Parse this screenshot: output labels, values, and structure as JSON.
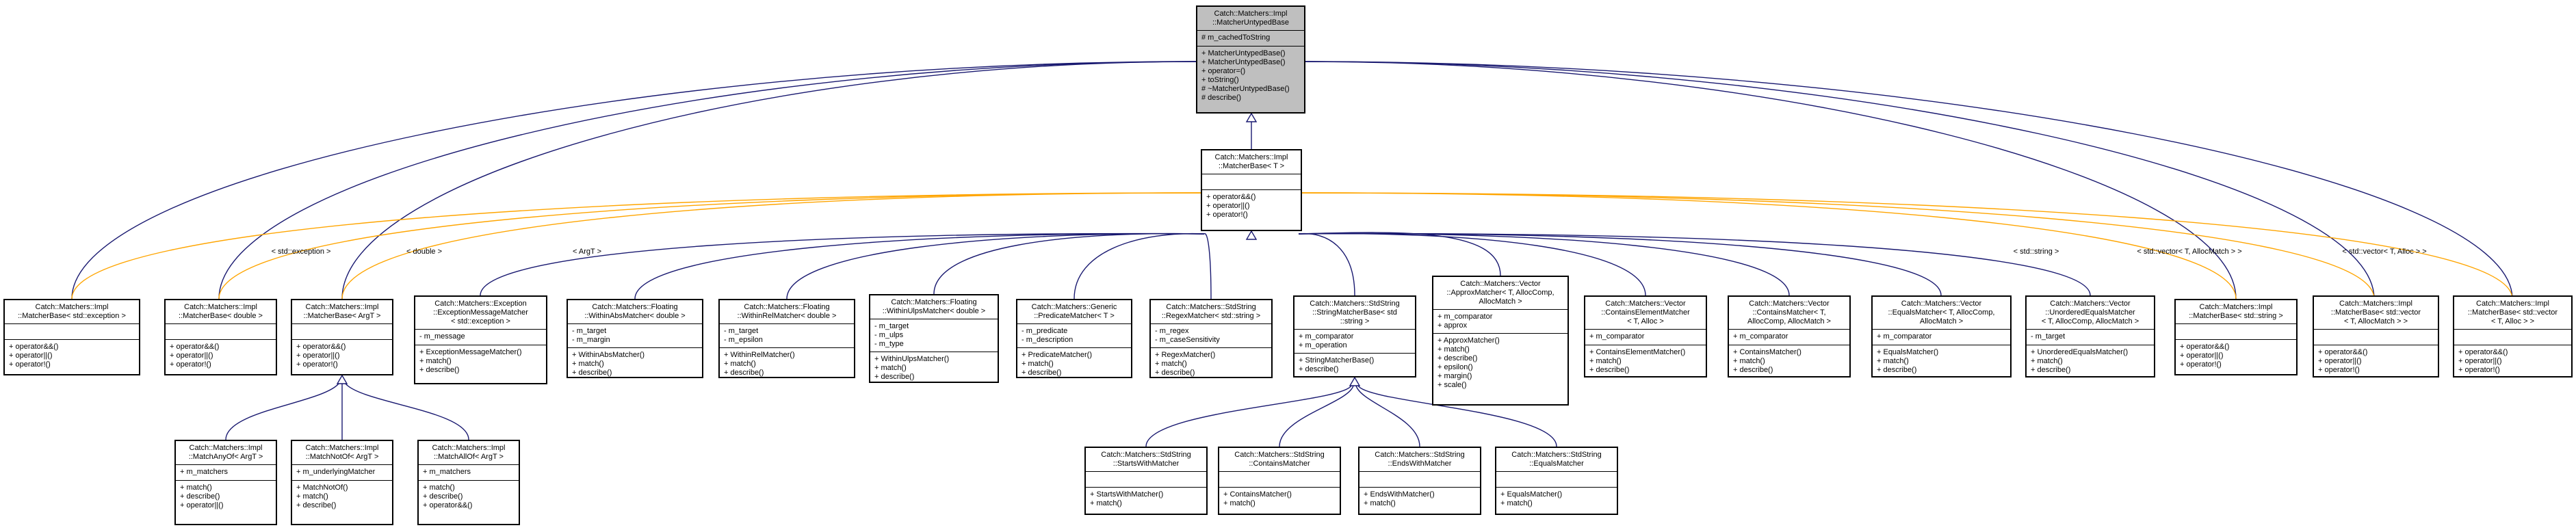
{
  "nodes": {
    "untyped": {
      "title": "Catch::Matchers::Impl\n::MatcherUntypedBase",
      "attributes": [
        "# m_cachedToString"
      ],
      "methods": [
        "+ MatcherUntypedBase()",
        "+ MatcherUntypedBase()",
        "+ operator=()",
        "+ toString()",
        "# ~MatcherUntypedBase()",
        "# describe()"
      ]
    },
    "base": {
      "title": "Catch::Matchers::Impl\n::MatcherBase< T >",
      "attributes": [],
      "methods": [
        "+ operator&&()",
        "+ operator||()",
        "+ operator!()"
      ]
    },
    "mb_exception": {
      "title": "Catch::Matchers::Impl\n::MatcherBase< std::exception >",
      "attributes": [],
      "methods": [
        "+ operator&&()",
        "+ operator||()",
        "+ operator!()"
      ]
    },
    "mb_double": {
      "title": "Catch::Matchers::Impl\n::MatcherBase< double >",
      "attributes": [],
      "methods": [
        "+ operator&&()",
        "+ operator||()",
        "+ operator!()"
      ]
    },
    "mb_argt": {
      "title": "Catch::Matchers::Impl\n::MatcherBase< ArgT >",
      "attributes": [],
      "methods": [
        "+ operator&&()",
        "+ operator||()",
        "+ operator!()"
      ]
    },
    "exception": {
      "title": "Catch::Matchers::Exception\n::ExceptionMessageMatcher\n< std::exception >",
      "attributes": [
        "- m_message"
      ],
      "methods": [
        "+ ExceptionMessageMatcher()",
        "+ match()",
        "+ describe()"
      ]
    },
    "withinabs": {
      "title": "Catch::Matchers::Floating\n::WithinAbsMatcher< double >",
      "attributes": [
        "- m_target",
        "- m_margin"
      ],
      "methods": [
        "+ WithinAbsMatcher()",
        "+ match()",
        "+ describe()"
      ]
    },
    "withinrel": {
      "title": "Catch::Matchers::Floating\n::WithinRelMatcher< double >",
      "attributes": [
        "- m_target",
        "- m_epsilon"
      ],
      "methods": [
        "+ WithinRelMatcher()",
        "+ match()",
        "+ describe()"
      ]
    },
    "withinulps": {
      "title": "Catch::Matchers::Floating\n::WithinUlpsMatcher< double >",
      "attributes": [
        "- m_target",
        "- m_ulps",
        "- m_type"
      ],
      "methods": [
        "+ WithinUlpsMatcher()",
        "+ match()",
        "+ describe()"
      ]
    },
    "predicate": {
      "title": "Catch::Matchers::Generic\n::PredicateMatcher< T >",
      "attributes": [
        "- m_predicate",
        "- m_description"
      ],
      "methods": [
        "+ PredicateMatcher()",
        "+ match()",
        "+ describe()"
      ]
    },
    "regex": {
      "title": "Catch::Matchers::StdString\n::RegexMatcher< std::string >",
      "attributes": [
        "- m_regex",
        "- m_caseSensitivity"
      ],
      "methods": [
        "+ RegexMatcher()",
        "+ match()",
        "+ describe()"
      ]
    },
    "stringmatcherbase": {
      "title": "Catch::Matchers::StdString\n::StringMatcherBase< std\n::string >",
      "attributes": [
        "+ m_comparator",
        "+ m_operation"
      ],
      "methods": [
        "+ StringMatcherBase()",
        "+ describe()"
      ]
    },
    "approx": {
      "title": "Catch::Matchers::Vector\n::ApproxMatcher< T, AllocComp,\nAllocMatch >",
      "attributes": [
        "+ m_comparator",
        "+ approx"
      ],
      "methods": [
        "+ ApproxMatcher()",
        "+ match()",
        "+ describe()",
        "+ epsilon()",
        "+ margin()",
        "+ scale()"
      ]
    },
    "containselement": {
      "title": "Catch::Matchers::Vector\n::ContainsElementMatcher\n< T, Alloc >",
      "attributes": [
        "+ m_comparator"
      ],
      "methods": [
        "+ ContainsElementMatcher()",
        "+ match()",
        "+ describe()"
      ]
    },
    "vcontains": {
      "title": "Catch::Matchers::Vector\n::ContainsMatcher< T,\nAllocComp, AllocMatch >",
      "attributes": [
        "+ m_comparator"
      ],
      "methods": [
        "+ ContainsMatcher()",
        "+ match()",
        "+ describe()"
      ]
    },
    "vequals": {
      "title": "Catch::Matchers::Vector\n::EqualsMatcher< T, AllocComp,\nAllocMatch >",
      "attributes": [
        "+ m_comparator"
      ],
      "methods": [
        "+ EqualsMatcher()",
        "+ match()",
        "+ describe()"
      ]
    },
    "unordered": {
      "title": "Catch::Matchers::Vector\n::UnorderedEqualsMatcher\n< T, AllocComp, AllocMatch >",
      "attributes": [
        "- m_target"
      ],
      "methods": [
        "+ UnorderedEqualsMatcher()",
        "+ match()",
        "+ describe()"
      ]
    },
    "mb_string": {
      "title": "Catch::Matchers::Impl\n::MatcherBase< std::string >",
      "attributes": [],
      "methods": [
        "+ operator&&()",
        "+ operator||()",
        "+ operator!()"
      ]
    },
    "mb_vector_alloc": {
      "title": "Catch::Matchers::Impl\n::MatcherBase< std::vector\n< T, AllocMatch > >",
      "attributes": [],
      "methods": [
        "+ operator&&()",
        "+ operator||()",
        "+ operator!()"
      ]
    },
    "mb_vector": {
      "title": "Catch::Matchers::Impl\n::MatcherBase< std::vector\n< T, Alloc > >",
      "attributes": [],
      "methods": [
        "+ operator&&()",
        "+ operator||()",
        "+ operator!()"
      ]
    },
    "anyof": {
      "title": "Catch::Matchers::Impl\n::MatchAnyOf< ArgT >",
      "attributes": [
        "+ m_matchers"
      ],
      "methods": [
        "+ match()",
        "+ describe()",
        "+ operator||()"
      ]
    },
    "notof": {
      "title": "Catch::Matchers::Impl\n::MatchNotOf< ArgT >",
      "attributes": [
        "+ m_underlyingMatcher"
      ],
      "methods": [
        "+ MatchNotOf()",
        "+ match()",
        "+ describe()"
      ]
    },
    "allof": {
      "title": "Catch::Matchers::Impl\n::MatchAllOf< ArgT >",
      "attributes": [
        "+ m_matchers"
      ],
      "methods": [
        "+ match()",
        "+ describe()",
        "+ operator&&()"
      ]
    },
    "startswith": {
      "title": "Catch::Matchers::StdString\n::StartsWithMatcher",
      "attributes": [],
      "methods": [
        "+ StartsWithMatcher()",
        "+ match()"
      ]
    },
    "scontains": {
      "title": "Catch::Matchers::StdString\n::ContainsMatcher",
      "attributes": [],
      "methods": [
        "+ ContainsMatcher()",
        "+ match()"
      ]
    },
    "endswith": {
      "title": "Catch::Matchers::StdString\n::EndsWithMatcher",
      "attributes": [],
      "methods": [
        "+ EndsWithMatcher()",
        "+ match()"
      ]
    },
    "sequals": {
      "title": "Catch::Matchers::StdString\n::EqualsMatcher",
      "attributes": [],
      "methods": [
        "+ EqualsMatcher()",
        "+ match()"
      ]
    }
  },
  "edge_labels": {
    "std_exception": "< std::exception >",
    "double": "< double >",
    "argt": "< ArgT >",
    "std_string": "< std::string >",
    "vector_alloc_match": "< std::vector< T, AllocMatch > >",
    "vector_alloc": "< std::vector< T, Alloc > >"
  },
  "colors": {
    "inheritance": "#191970",
    "template": "#FFA500",
    "base_fill": "#BFBFBF"
  }
}
